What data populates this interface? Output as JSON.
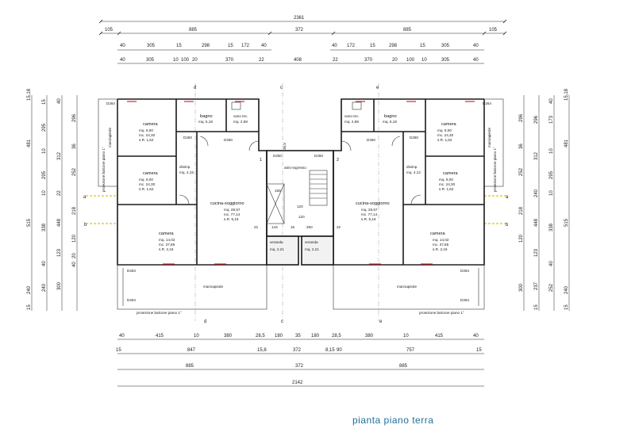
{
  "title": "pianta piano terra",
  "top_dims": {
    "total": "2361",
    "row2": [
      "105",
      "885",
      "372",
      "885",
      "105"
    ],
    "row3": [
      "40",
      "305",
      "15",
      "298",
      "15",
      "172",
      "40",
      "40",
      "172",
      "15",
      "298",
      "15",
      "305",
      "40"
    ],
    "row4": [
      "40",
      "305",
      "10",
      "100",
      "20",
      "370",
      "22",
      "408",
      "22",
      "370",
      "20",
      "100",
      "10",
      "305",
      "40"
    ]
  },
  "bottom_dims": {
    "row1": [
      "40",
      "415",
      "10",
      "380",
      "28,5",
      "180",
      "35",
      "180",
      "28,5",
      "380",
      "10",
      "415",
      "40"
    ],
    "row2": [
      "15",
      "847",
      "15,8",
      "372",
      "8,15",
      "90",
      "757",
      "15"
    ],
    "row3": [
      "885",
      "372",
      "885"
    ],
    "total": "2142"
  },
  "left_dims": {
    "outer": [
      "15,18"
    ],
    "col1": [
      "481",
      "515",
      "240",
      "15"
    ],
    "col2": [
      "15",
      "295",
      "10",
      "295",
      "10",
      "338",
      "40",
      "240"
    ],
    "col3": [
      "40",
      "312",
      "22",
      "448",
      "123",
      "300"
    ],
    "col4": [
      "296",
      "36",
      "252",
      "218",
      "120",
      "20",
      "40"
    ]
  },
  "right_dims": {
    "outer": [
      "15,18"
    ],
    "col1": [
      "481",
      "515",
      "240",
      "15"
    ],
    "col2": [
      "40",
      "173",
      "10",
      "295",
      "10",
      "338",
      "40",
      "252"
    ],
    "col3": [
      "296",
      "312",
      "240",
      "448",
      "123",
      "237",
      "15"
    ],
    "col4": [
      "296",
      "36",
      "252",
      "218",
      "120",
      "300"
    ]
  },
  "axis_labels": {
    "a": "a",
    "b": "b",
    "c": "c",
    "d": "d",
    "e": "e"
  },
  "unit_numbers": {
    "left": "1",
    "right": "2"
  },
  "rooms_left": {
    "camera_top": {
      "name": "camera",
      "mq": "mq. 9,00",
      "mc": "mc. 24,30",
      "sr": "s.R. 1,62"
    },
    "bagno": {
      "name": "bagno",
      "mq": "mq. 5,18"
    },
    "vano_tec": {
      "name": "vano tec.",
      "mq": "mq. 2,98"
    },
    "disimp": {
      "name": "disimp.",
      "mq": "mq. 4,15"
    },
    "camera_mid": {
      "name": "camera",
      "mq": "mq. 9,00",
      "mc": "mc. 24,30",
      "sr": "s.R. 1,62"
    },
    "cucina": {
      "name": "cucina-soggiorno",
      "mq": "mq. 28,57",
      "mc": "mc. 77,14",
      "sr": "s.R. 5,16"
    },
    "camera_big": {
      "name": "camera",
      "mq": "mq. 14,02",
      "mc": "mc. 37,85",
      "sr": "s.R. 2,16"
    },
    "veranda": {
      "name": "veranda",
      "mq": "mq. 2,21"
    },
    "marciapiede": "marciapiede",
    "marciapiede_side": "marciapiede",
    "proiezione_bottom": "proiezione balcone piano 1°",
    "proiezione_side": "proiezione balcone piano 1°"
  },
  "rooms_right": {
    "camera_top": {
      "name": "camera",
      "mq": "mq. 9,00",
      "mc": "mc. 24,30",
      "sr": "s.R. 1,62"
    },
    "bagno": {
      "name": "bagno",
      "mq": "mq. 5,18"
    },
    "vano_tec": {
      "name": "vano tec.",
      "mq": "mq. 2,98"
    },
    "disimp": {
      "name": "disimp.",
      "mq": "mq. 4,12"
    },
    "camera_mid": {
      "name": "camera",
      "mq": "mq. 9,00",
      "mc": "mc. 24,30",
      "sr": "s.R. 1,62"
    },
    "cucina": {
      "name": "cucina-soggiorno",
      "mq": "mq. 28,57",
      "mc": "mc. 77,14",
      "sr": "s.R. 5,16"
    },
    "camera_big": {
      "name": "camera",
      "mq": "mq. 14,02",
      "mc": "mc. 37,85",
      "sr": "s.R. 2,16"
    },
    "veranda": {
      "name": "veranda",
      "mq": "mq. 2,21"
    },
    "marciapiede": "marciapiede",
    "marciapiede_side": "marciapiede",
    "proiezione_bottom": "proiezione balcone piano 1°",
    "proiezione_side": "proiezione balcone piano 1°"
  },
  "center": {
    "atrio": "atrio-ingresso",
    "stair_dims": [
      "158",
      "120",
      "143",
      "15",
      "250",
      "120",
      "22",
      "22"
    ],
    "door_dims": [
      "D250",
      "D250",
      "35,5"
    ]
  },
  "window_codes": [
    "D264",
    "D260",
    "D260",
    "D264",
    "D264",
    "D264",
    "D260",
    "D260",
    "D264",
    "D264"
  ],
  "colors": {
    "walls": "#1a1a1a",
    "dimension": "#222222",
    "axis_highlight": "#e6c400",
    "window_mark": "#d0141e",
    "title": "#1f6f9a"
  }
}
